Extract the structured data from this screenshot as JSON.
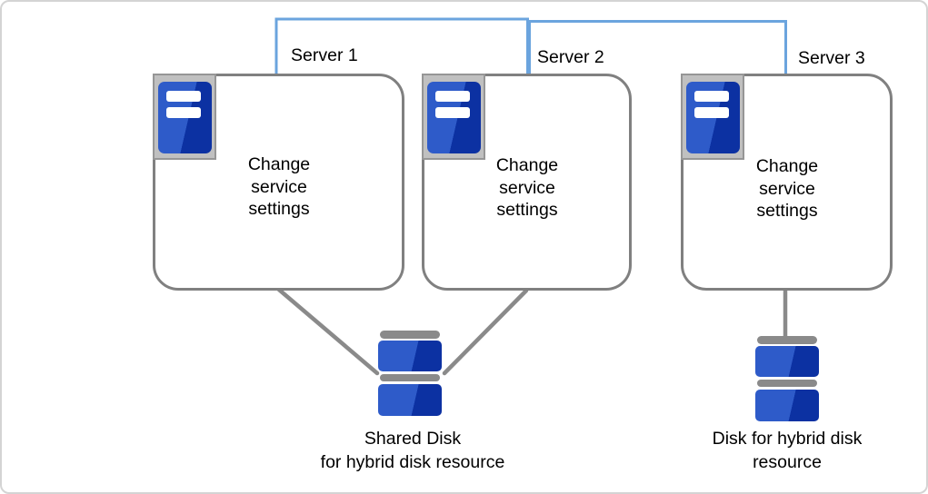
{
  "servers": [
    {
      "label": "Server 1",
      "box_text": "Change service settings"
    },
    {
      "label": "Server 2",
      "box_text": "Change service settings"
    },
    {
      "label": "Server 3",
      "box_text": "Change service settings"
    }
  ],
  "shared_disk": {
    "caption_line1": "Shared Disk",
    "caption_line2": "for hybrid disk resource"
  },
  "hybrid_disk": {
    "caption_line1": "Disk for hybrid disk",
    "caption_line2": "resource"
  },
  "icons": [
    "server-icon",
    "shared-disk-icon",
    "hybrid-disk-icon"
  ],
  "colors": {
    "network_line": "#6BA4DE",
    "box_border": "#808080",
    "connector_gray": "#8A8A8A",
    "icon_frame": "#C0C0C0",
    "icon_frame_border": "#969696",
    "server_blue_light": "#2E5BC9",
    "server_blue_dark": "#0C31A2",
    "disk_gray": "#8A8A8A",
    "canvas_border": "#D4D4D4",
    "text": "#000000"
  }
}
